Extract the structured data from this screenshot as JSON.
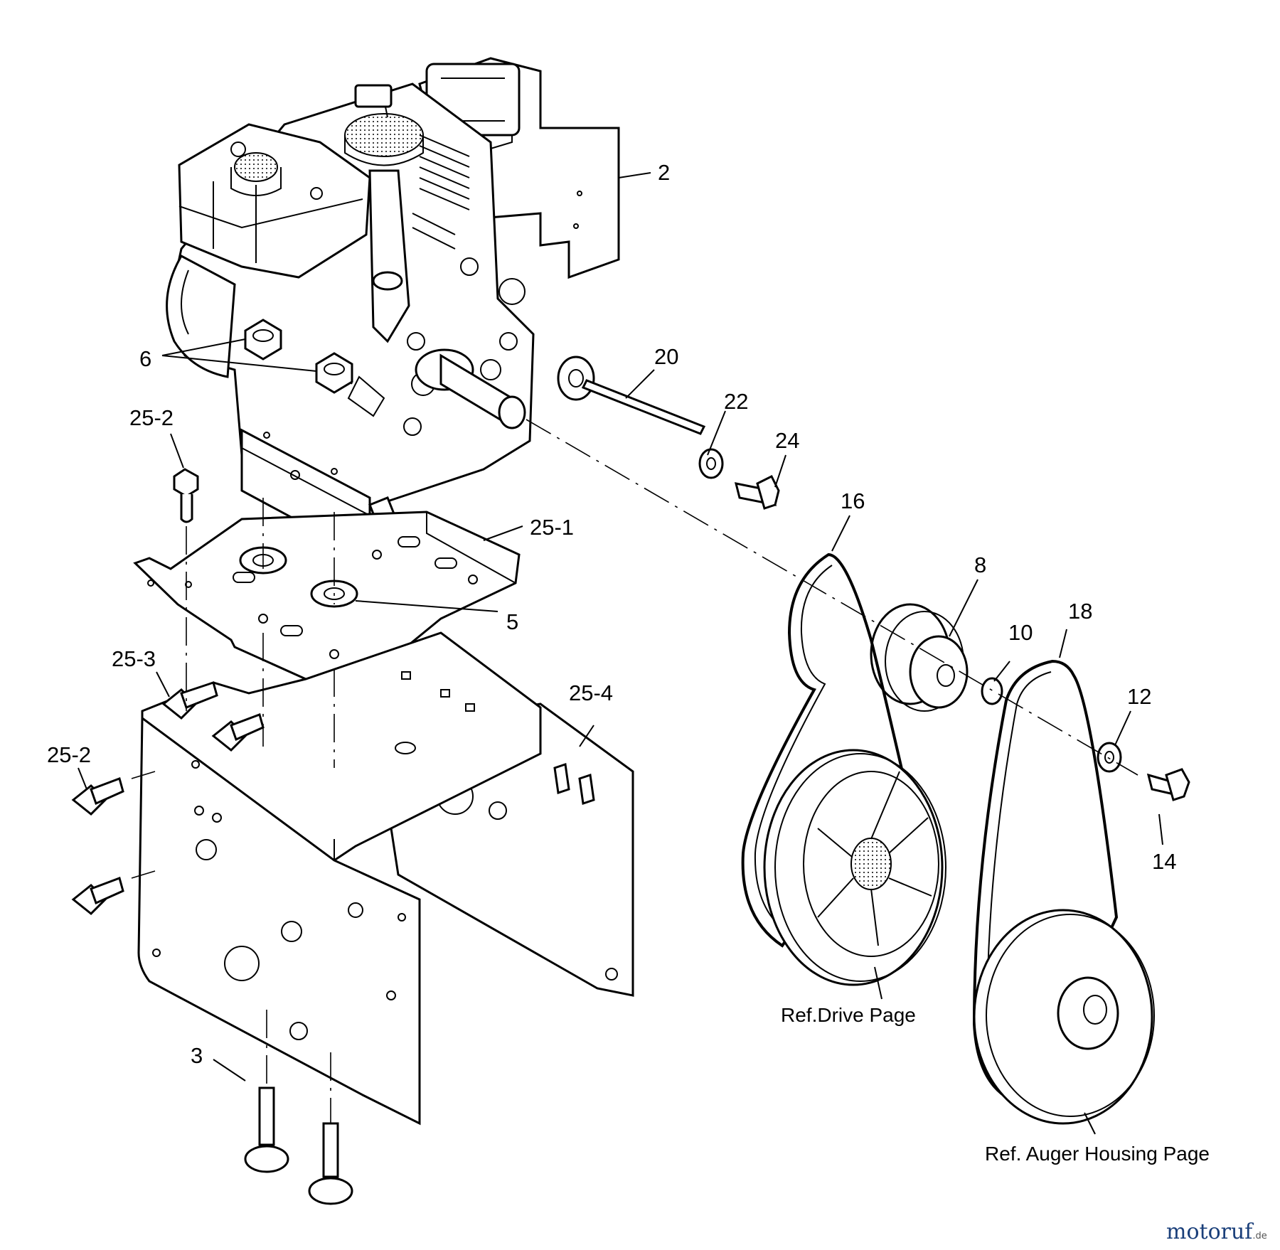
{
  "labels": {
    "p2": "2",
    "p6": "6",
    "p20": "20",
    "p22": "22",
    "p24": "24",
    "p25_2_top": "25-2",
    "p25_1": "25-1",
    "p16": "16",
    "p8": "8",
    "p18": "18",
    "p10": "10",
    "p5": "5",
    "p25_3": "25-3",
    "p25_4": "25-4",
    "p12": "12",
    "p25_2_left": "25-2",
    "p14": "14",
    "p3": "3"
  },
  "refs": {
    "drive": "Ref.Drive Page",
    "auger": "Ref. Auger Housing Page"
  },
  "watermark": {
    "brand": "motoruf",
    "tld": ".de",
    "color_dark": "#1a3f7a",
    "color_accent": "#d23a1e"
  }
}
